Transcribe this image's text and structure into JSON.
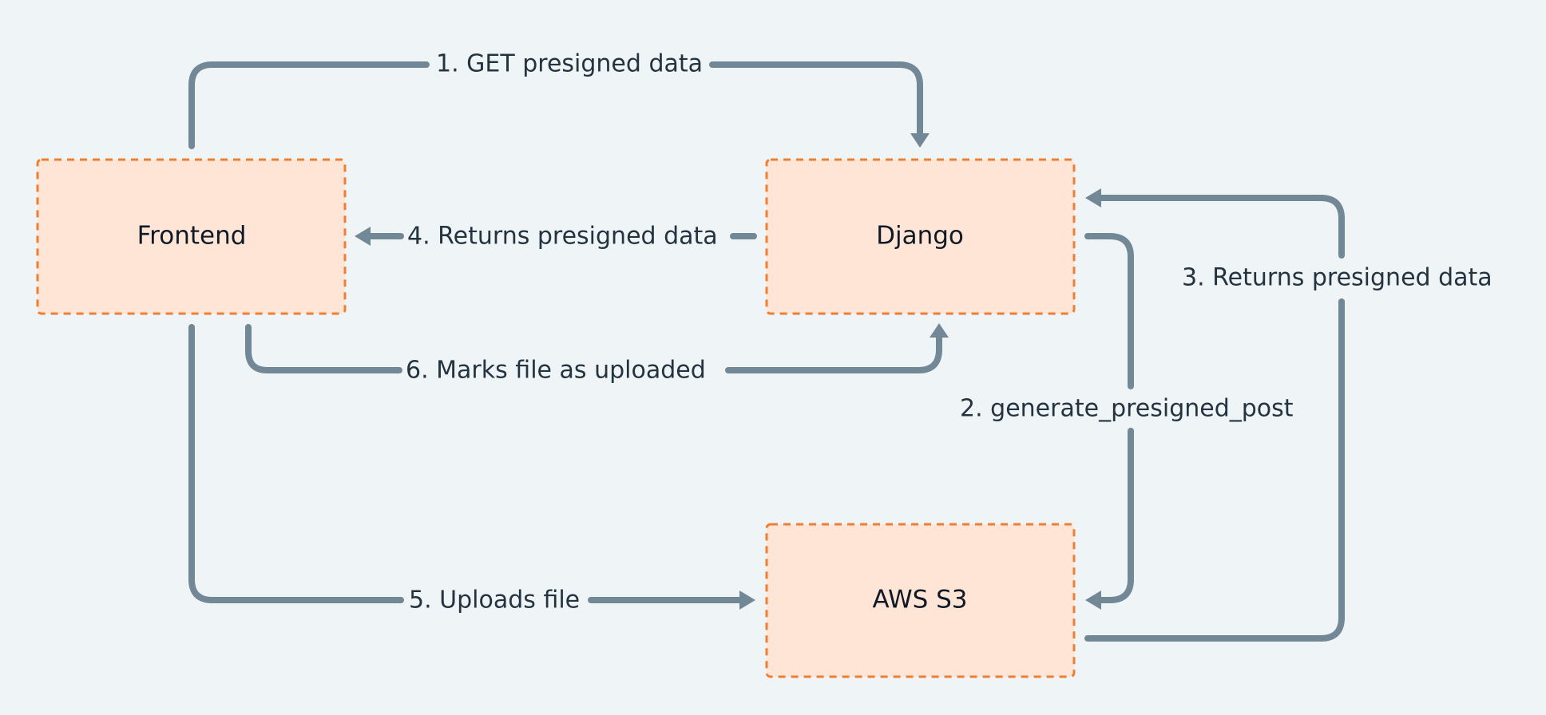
{
  "colors": {
    "background": "#EFF4F6",
    "box_fill": "#FFE5D6",
    "box_border": "#EE7E32",
    "connector": "#728896",
    "text": "#243340"
  },
  "nodes": {
    "frontend": "Frontend",
    "django": "Django",
    "s3": "AWS S3"
  },
  "edges": {
    "step1": "1. GET presigned data",
    "step2": "2. generate_presigned_post",
    "step3": "3. Returns presigned data",
    "step4": "4. Returns presigned data",
    "step5": "5. Uploads file",
    "step6": "6. Marks file as  uploaded"
  }
}
